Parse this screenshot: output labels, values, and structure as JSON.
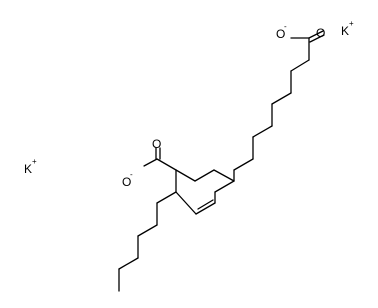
{
  "molecule": {
    "atoms": {
      "chain_carboxylate_oxygen_minus": {
        "symbol": "O",
        "charge": "-"
      },
      "chain_carbonyl_oxygen": {
        "symbol": "O",
        "charge": ""
      },
      "ring_carboxylate_oxygen_minus": {
        "symbol": "O",
        "charge": "-"
      },
      "ring_carbonyl_oxygen": {
        "symbol": "O",
        "charge": ""
      }
    },
    "counterions": [
      {
        "symbol": "K",
        "charge": "+"
      },
      {
        "symbol": "K",
        "charge": "+"
      }
    ]
  }
}
